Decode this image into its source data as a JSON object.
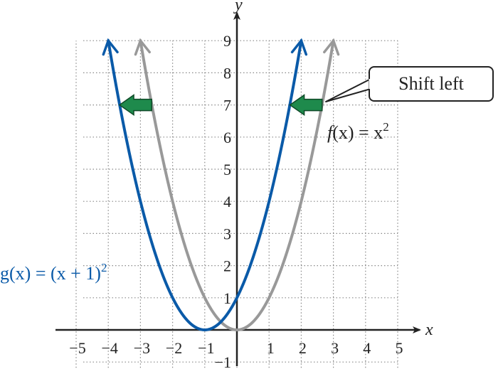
{
  "chart_data": {
    "type": "line",
    "x_axis": {
      "label": "x",
      "range": [
        -5,
        5
      ],
      "ticks": [
        -5,
        -4,
        -3,
        -2,
        -1,
        1,
        2,
        3,
        4,
        5
      ],
      "tick_labels": [
        "−5",
        "−4",
        "−3",
        "−2",
        "−1",
        "1",
        "2",
        "3",
        "4",
        "5"
      ]
    },
    "y_axis": {
      "label": "y",
      "range": [
        -1,
        9
      ],
      "ticks": [
        -1,
        1,
        2,
        3,
        4,
        5,
        6,
        7,
        8,
        9
      ],
      "tick_labels": [
        "−1",
        "1",
        "2",
        "3",
        "4",
        "5",
        "6",
        "7",
        "8",
        "9"
      ]
    },
    "grid": true,
    "grid_style": "dotted",
    "series": [
      {
        "name": "f(x) = x^2",
        "color": "#999999",
        "x": [
          -3,
          -2,
          -1,
          0,
          1,
          2,
          3
        ],
        "y": [
          9,
          4,
          1,
          0,
          1,
          4,
          9
        ]
      },
      {
        "name": "g(x) = (x + 1)^2",
        "color": "#0a5aa8",
        "x": [
          -4,
          -3,
          -2,
          -1,
          0,
          1,
          2
        ],
        "y": [
          9,
          4,
          1,
          0,
          1,
          4,
          9
        ]
      }
    ],
    "shift_arrows": {
      "color": "#1e8a4c",
      "y": 7,
      "from_x": [
        -2.65,
        2.65
      ],
      "to_x": [
        -3.65,
        1.65
      ]
    },
    "annotations": {
      "callout": "Shift left",
      "f_label": {
        "name": "f",
        "paren": "(x) = x",
        "exp": "2"
      },
      "g_label": {
        "text": "g(x) = (x + 1)",
        "exp": "2"
      }
    },
    "colors": {
      "f": "#999999",
      "g": "#0a5aa8",
      "arrow": "#1e8a4c",
      "axis": "#222222",
      "grid": "#888888"
    }
  }
}
